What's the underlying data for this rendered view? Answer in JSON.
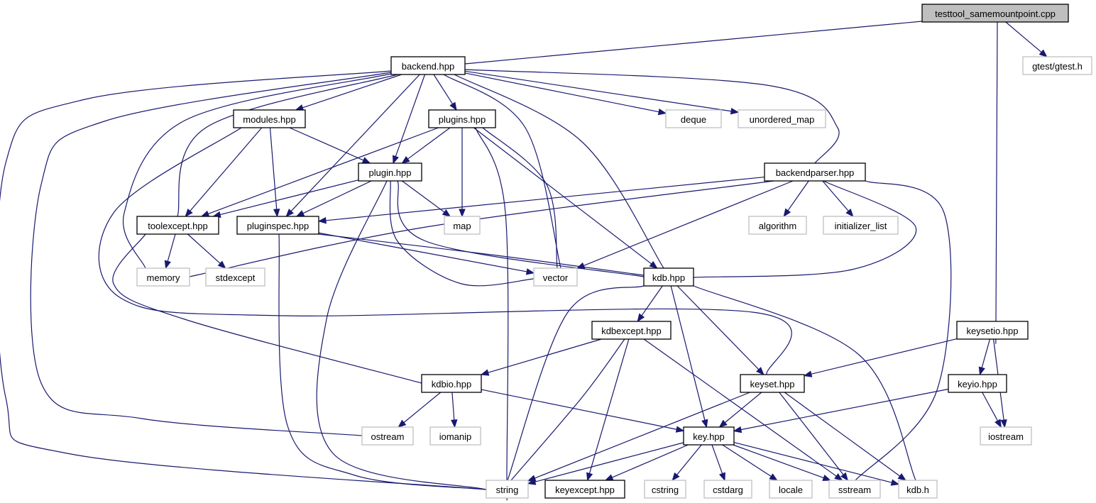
{
  "graph": {
    "nodes": [
      {
        "id": "testtool",
        "label": "testtool_samemountpoint.cpp",
        "kind": "root"
      },
      {
        "id": "backend",
        "label": "backend.hpp",
        "kind": "local"
      },
      {
        "id": "gtest",
        "label": "gtest/gtest.h",
        "kind": "external"
      },
      {
        "id": "modules",
        "label": "modules.hpp",
        "kind": "local"
      },
      {
        "id": "plugins",
        "label": "plugins.hpp",
        "kind": "local"
      },
      {
        "id": "deque",
        "label": "deque",
        "kind": "external"
      },
      {
        "id": "unordered_map",
        "label": "unordered_map",
        "kind": "external"
      },
      {
        "id": "plugin",
        "label": "plugin.hpp",
        "kind": "local"
      },
      {
        "id": "backendparser",
        "label": "backendparser.hpp",
        "kind": "local"
      },
      {
        "id": "toolexcept",
        "label": "toolexcept.hpp",
        "kind": "local"
      },
      {
        "id": "pluginspec",
        "label": "pluginspec.hpp",
        "kind": "local"
      },
      {
        "id": "map",
        "label": "map",
        "kind": "external"
      },
      {
        "id": "algorithm",
        "label": "algorithm",
        "kind": "external"
      },
      {
        "id": "initializer_list",
        "label": "initializer_list",
        "kind": "external"
      },
      {
        "id": "memory",
        "label": "memory",
        "kind": "external"
      },
      {
        "id": "stdexcept",
        "label": "stdexcept",
        "kind": "external"
      },
      {
        "id": "vector",
        "label": "vector",
        "kind": "external"
      },
      {
        "id": "kdbhpp",
        "label": "kdb.hpp",
        "kind": "local"
      },
      {
        "id": "keysetio",
        "label": "keysetio.hpp",
        "kind": "local"
      },
      {
        "id": "kdbexcept",
        "label": "kdbexcept.hpp",
        "kind": "local"
      },
      {
        "id": "kdbio",
        "label": "kdbio.hpp",
        "kind": "local"
      },
      {
        "id": "keyset",
        "label": "keyset.hpp",
        "kind": "local"
      },
      {
        "id": "keyio",
        "label": "keyio.hpp",
        "kind": "local"
      },
      {
        "id": "ostream",
        "label": "ostream",
        "kind": "external"
      },
      {
        "id": "iomanip",
        "label": "iomanip",
        "kind": "external"
      },
      {
        "id": "key",
        "label": "key.hpp",
        "kind": "local"
      },
      {
        "id": "iostream",
        "label": "iostream",
        "kind": "external"
      },
      {
        "id": "string",
        "label": "string",
        "kind": "external"
      },
      {
        "id": "keyexcept",
        "label": "keyexcept.hpp",
        "kind": "local"
      },
      {
        "id": "cstring",
        "label": "cstring",
        "kind": "external"
      },
      {
        "id": "cstdarg",
        "label": "cstdarg",
        "kind": "external"
      },
      {
        "id": "locale",
        "label": "locale",
        "kind": "external"
      },
      {
        "id": "sstream",
        "label": "sstream",
        "kind": "external"
      },
      {
        "id": "kdbh",
        "label": "kdb.h",
        "kind": "external"
      }
    ],
    "edges": [
      [
        "testtool",
        "backend"
      ],
      [
        "testtool",
        "gtest"
      ],
      [
        "testtool",
        "keysetio"
      ],
      [
        "backend",
        "modules"
      ],
      [
        "backend",
        "plugins"
      ],
      [
        "backend",
        "plugin"
      ],
      [
        "backend",
        "pluginspec"
      ],
      [
        "backend",
        "toolexcept"
      ],
      [
        "backend",
        "memory"
      ],
      [
        "backend",
        "ostream"
      ],
      [
        "backend",
        "string"
      ],
      [
        "backend",
        "deque"
      ],
      [
        "backend",
        "unordered_map"
      ],
      [
        "backend",
        "backendparser"
      ],
      [
        "backend",
        "vector"
      ],
      [
        "backend",
        "kdbhpp"
      ],
      [
        "modules",
        "plugin"
      ],
      [
        "modules",
        "toolexcept"
      ],
      [
        "modules",
        "pluginspec"
      ],
      [
        "modules",
        "keyset"
      ],
      [
        "plugins",
        "plugin"
      ],
      [
        "plugins",
        "toolexcept"
      ],
      [
        "plugins",
        "map"
      ],
      [
        "plugins",
        "string"
      ],
      [
        "plugins",
        "vector"
      ],
      [
        "plugins",
        "kdbhpp"
      ],
      [
        "plugin",
        "toolexcept"
      ],
      [
        "plugin",
        "pluginspec"
      ],
      [
        "plugin",
        "map"
      ],
      [
        "plugin",
        "string"
      ],
      [
        "plugin",
        "vector"
      ],
      [
        "plugin",
        "kdbhpp"
      ],
      [
        "backendparser",
        "pluginspec"
      ],
      [
        "backendparser",
        "memory"
      ],
      [
        "backendparser",
        "vector"
      ],
      [
        "backendparser",
        "kdbhpp"
      ],
      [
        "backendparser",
        "algorithm"
      ],
      [
        "backendparser",
        "initializer_list"
      ],
      [
        "backendparser",
        "sstream"
      ],
      [
        "toolexcept",
        "memory"
      ],
      [
        "toolexcept",
        "stdexcept"
      ],
      [
        "toolexcept",
        "kdbio"
      ],
      [
        "pluginspec",
        "vector"
      ],
      [
        "pluginspec",
        "kdbhpp"
      ],
      [
        "pluginspec",
        "string"
      ],
      [
        "kdbhpp",
        "string"
      ],
      [
        "kdbhpp",
        "kdbexcept"
      ],
      [
        "kdbhpp",
        "key"
      ],
      [
        "kdbhpp",
        "keyset"
      ],
      [
        "kdbhpp",
        "kdbh"
      ],
      [
        "kdbexcept",
        "kdbio"
      ],
      [
        "kdbexcept",
        "string"
      ],
      [
        "kdbexcept",
        "keyexcept"
      ],
      [
        "kdbexcept",
        "sstream"
      ],
      [
        "keysetio",
        "keyset"
      ],
      [
        "keysetio",
        "keyio"
      ],
      [
        "keysetio",
        "iostream"
      ],
      [
        "kdbio",
        "ostream"
      ],
      [
        "kdbio",
        "iomanip"
      ],
      [
        "kdbio",
        "key"
      ],
      [
        "keyset",
        "string"
      ],
      [
        "keyset",
        "key"
      ],
      [
        "keyset",
        "sstream"
      ],
      [
        "keyset",
        "kdbh"
      ],
      [
        "keyio",
        "key"
      ],
      [
        "keyio",
        "iostream"
      ],
      [
        "key",
        "string"
      ],
      [
        "key",
        "keyexcept"
      ],
      [
        "key",
        "cstring"
      ],
      [
        "key",
        "cstdarg"
      ],
      [
        "key",
        "locale"
      ],
      [
        "key",
        "sstream"
      ],
      [
        "key",
        "kdbh"
      ]
    ],
    "colors": {
      "edge": "#191970",
      "root_fill": "#bfbfbf",
      "external_border": "#bfbfbf",
      "local_border": "#000000"
    }
  }
}
